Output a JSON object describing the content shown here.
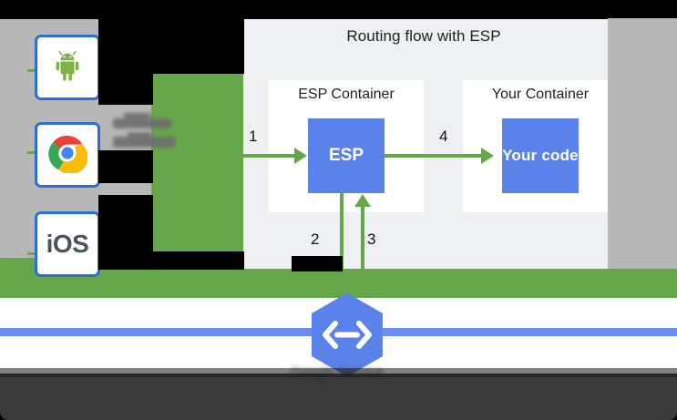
{
  "diagram": {
    "title": "Routing flow with ESP",
    "containers": [
      {
        "name": "esp-container",
        "label": "ESP Container",
        "box_label": "ESP"
      },
      {
        "name": "your-container",
        "label": "Your Container",
        "box_label": "Your code"
      }
    ],
    "flow_steps": [
      {
        "number": "1",
        "description": "client request into ESP"
      },
      {
        "number": "2",
        "description": "ESP downward call"
      },
      {
        "number": "3",
        "description": "response upward into ESP"
      },
      {
        "number": "4",
        "description": "ESP to your code"
      }
    ]
  },
  "clients": [
    {
      "name": "android",
      "icon": "android-icon",
      "label": ""
    },
    {
      "name": "chrome",
      "icon": "chrome-icon",
      "label": ""
    },
    {
      "name": "ios",
      "icon": "ios-icon",
      "label": "iOS"
    }
  ],
  "service": {
    "icon": "google-service-hexagon-icon",
    "caption": "Google Service"
  },
  "colors": {
    "accent_blue": "#5a82e8",
    "accent_green": "#67a74b",
    "panel_bg": "#eef0f1",
    "backdrop_gray": "#b7b7b7",
    "rule_blue": "#6d8ef0"
  }
}
